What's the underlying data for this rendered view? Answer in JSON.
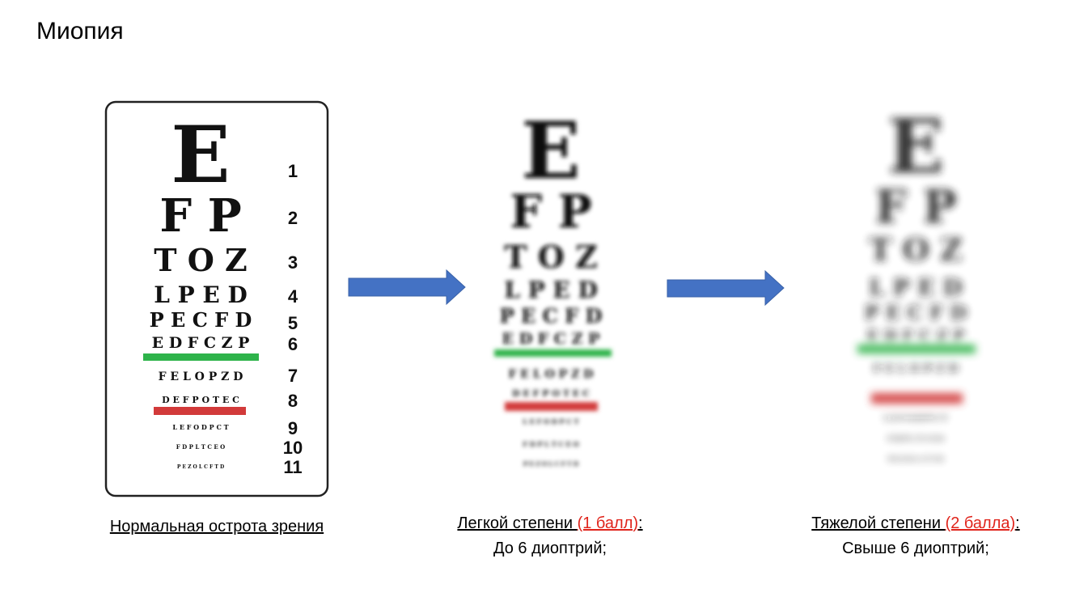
{
  "title": "Миопия",
  "eye_chart": {
    "rows": [
      {
        "letters": "E",
        "number": "1"
      },
      {
        "letters": "F P",
        "number": "2"
      },
      {
        "letters": "T O Z",
        "number": "3"
      },
      {
        "letters": "L P E D",
        "number": "4"
      },
      {
        "letters": "P E C F D",
        "number": "5"
      },
      {
        "letters": "E D F C Z P",
        "number": "6"
      },
      {
        "letters": "F E L O P Z D",
        "number": "7"
      },
      {
        "letters": "D E F P O T E C",
        "number": "8"
      },
      {
        "letters": "L E F O D P C T",
        "number": "9"
      },
      {
        "letters": "F D P L T C E O",
        "number": "10"
      },
      {
        "letters": "P E Z O L C F T D",
        "number": "11"
      }
    ],
    "line_colors": {
      "green": "#2eb34a",
      "red": "#d23a3a"
    }
  },
  "arrow_color": "#4472c4",
  "captions": {
    "normal": {
      "label": "Нормальная острота зрения"
    },
    "mild": {
      "label": "Легкой степени ",
      "score": "(1 балл)",
      "colon": ":",
      "detail": "До 6 диоптрий;"
    },
    "severe": {
      "label": "Тяжелой степени ",
      "score": "(2 балла)",
      "colon": ":",
      "detail": "Свыше 6 диоптрий;"
    }
  }
}
